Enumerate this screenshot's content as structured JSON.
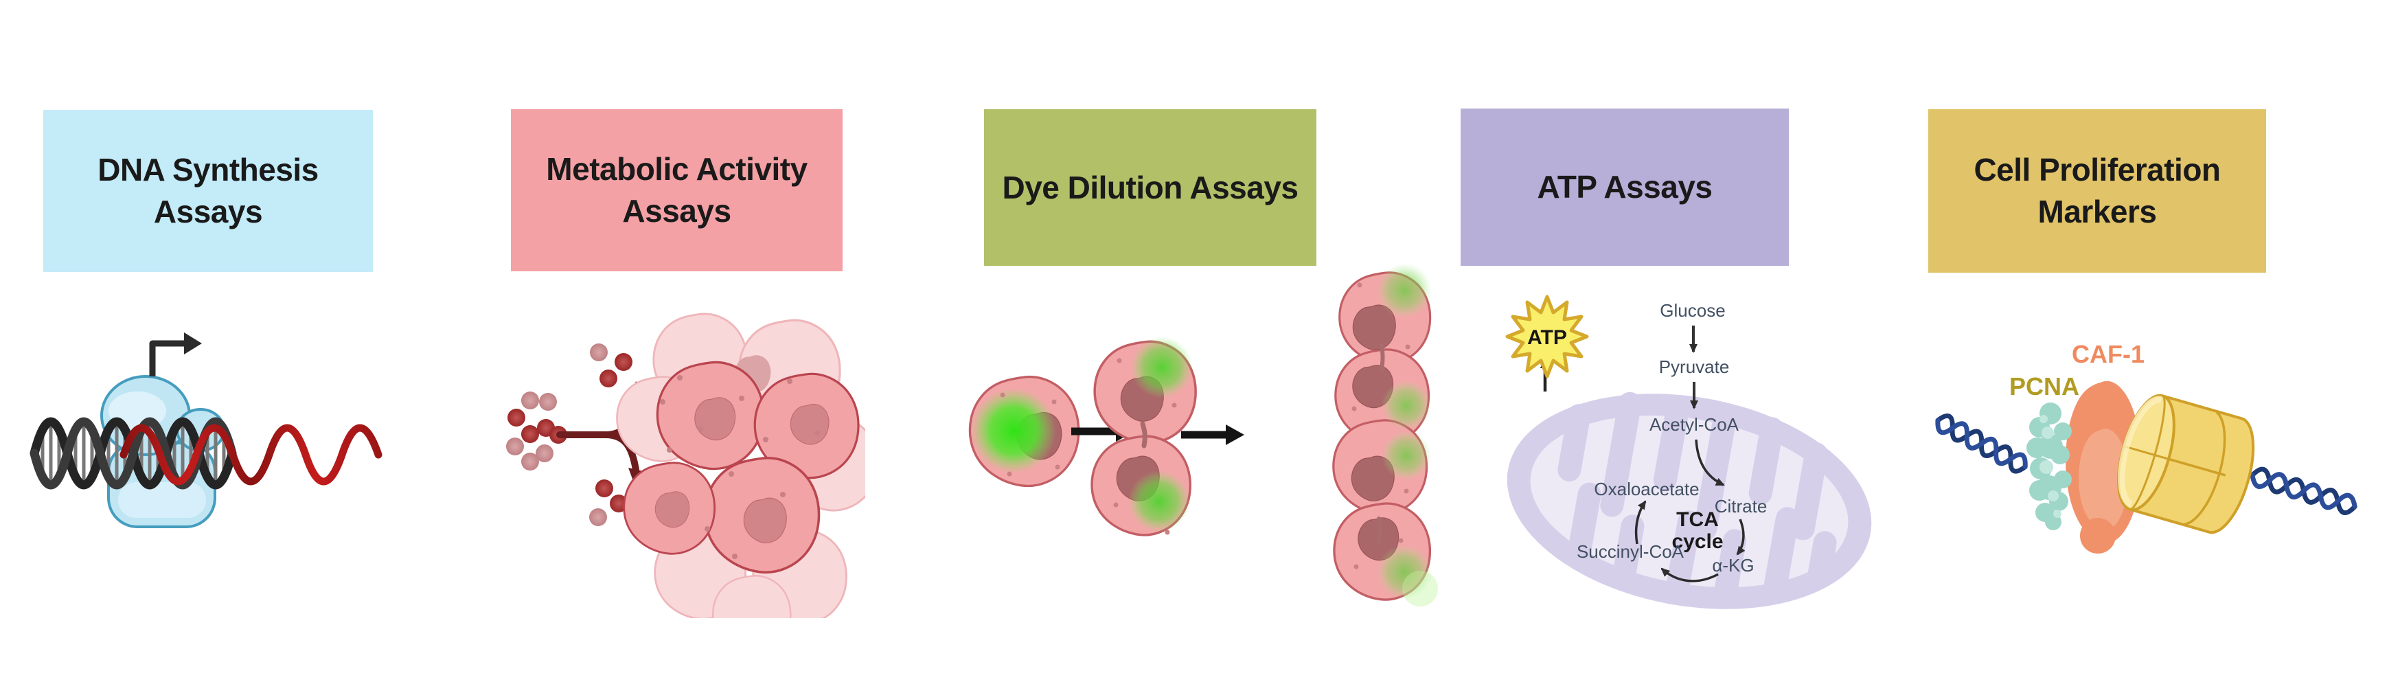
{
  "figure": {
    "background": "#ffffff",
    "columns": [
      {
        "title": "DNA Synthesis\nAssays",
        "header_color": "#c3ebf8"
      },
      {
        "title": "Metabolic Activity\nAssays",
        "header_color": "#f4a1a5"
      },
      {
        "title": "Dye Dilution Assays",
        "header_color": "#b2c068"
      },
      {
        "title": "ATP Assays",
        "header_color": "#b7afd8"
      },
      {
        "title": "Cell Proliferation\nMarkers",
        "header_color": "#e1c46a"
      }
    ],
    "atp_diagram": {
      "burst_label": "ATP",
      "glucose": "Glucose",
      "pyruvate": "Pyruvate",
      "acetyl_coa": "Acetyl-CoA",
      "oxaloacetate": "Oxaloacetate",
      "citrate": "Citrate",
      "tca_cycle_line1": "TCA",
      "tca_cycle_line2": "cycle",
      "succinyl_coa": "Succinyl-CoA",
      "alpha_kg": "α-KG",
      "burst_color": "#f9ef6a",
      "mitochondrion_color": "#d6cfea"
    },
    "proliferation_markers": {
      "pcna_label": "PCNA",
      "caf1_label": "CAF-1",
      "pcna_label_color": "#b19b20",
      "caf1_label_color": "#ef8a5f",
      "pcna_protein_color": "#9ed6c8",
      "caf1_protein_color": "#f0916a",
      "nucleosome_color": "#f1d470",
      "dna_color": "#24407e"
    },
    "illustration_colors": {
      "cell_body": "#f1a3a6",
      "cell_outline": "#ba454e",
      "dye_green": "#2fe315",
      "polymerase_blue": "#c0e6f4",
      "new_strand_red": "#b51a1a",
      "metabolite_dark_red": "#a02c2c",
      "metabolite_pink": "#c78f92"
    }
  }
}
